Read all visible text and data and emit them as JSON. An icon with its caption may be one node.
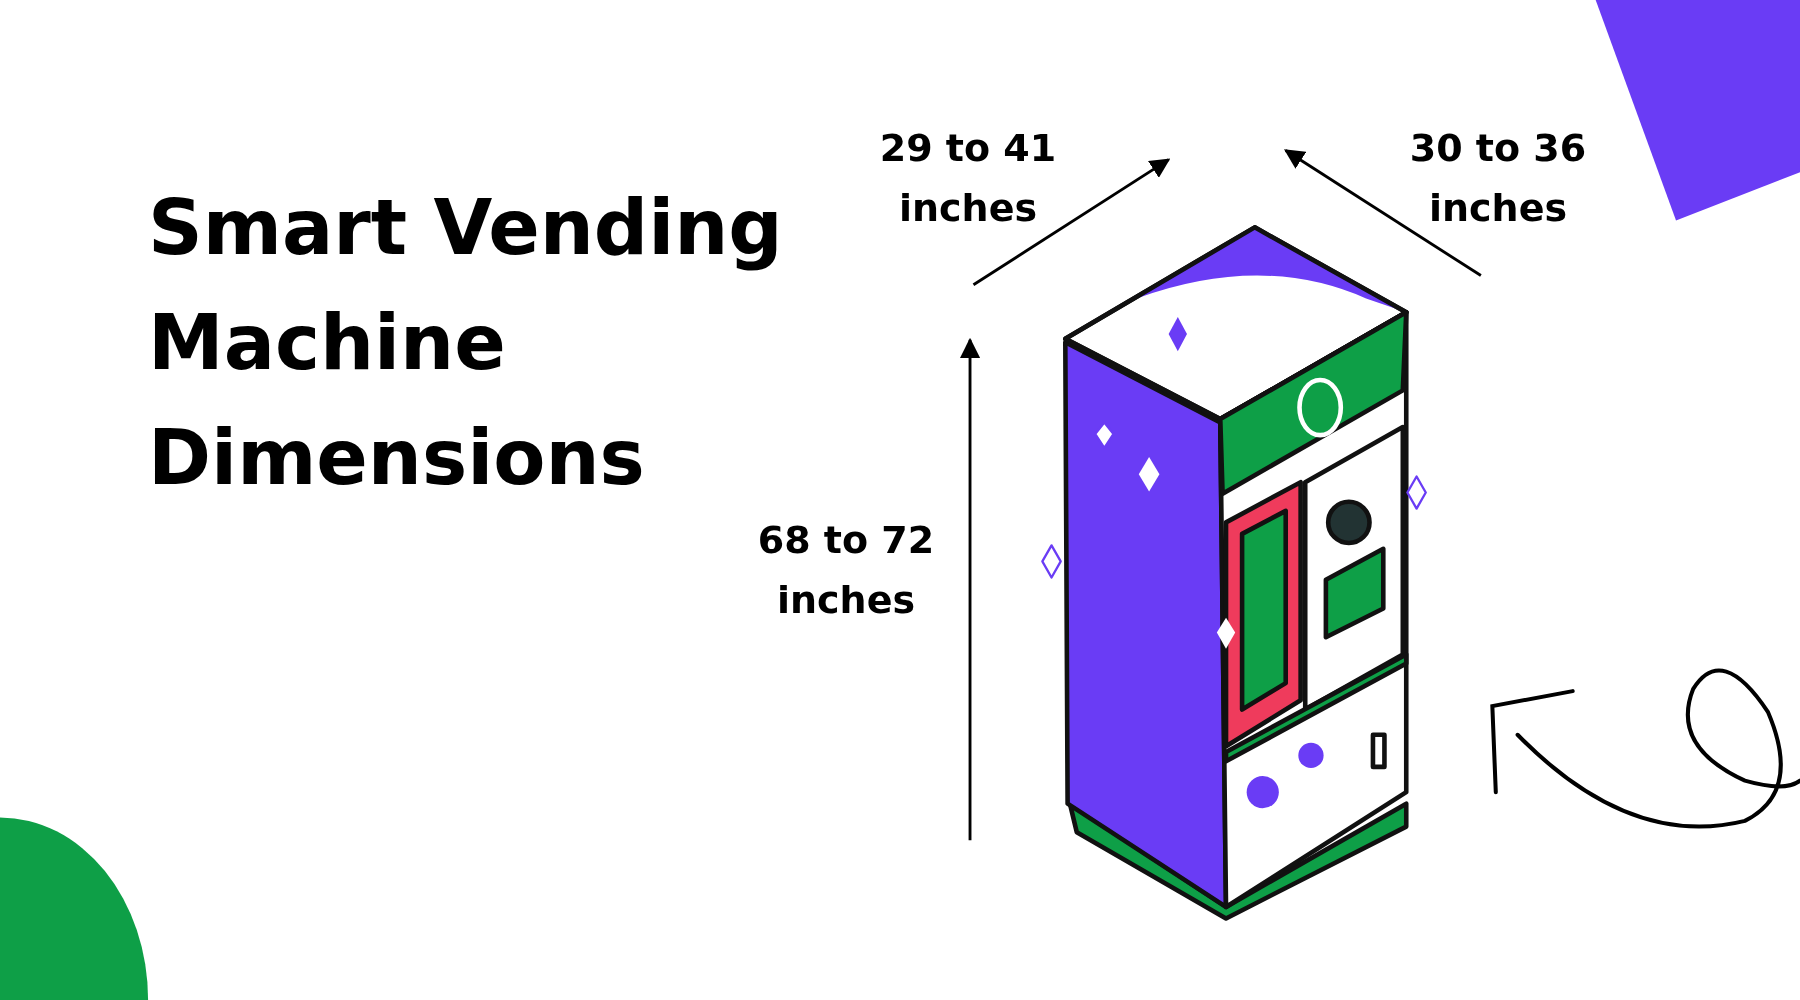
{
  "diagram": {
    "title": "Smart Vending Machine Dimensions",
    "labels": [
      "29 to 41 inches",
      "30 to 36 inches",
      "68 to 72 inches"
    ]
  }
}
